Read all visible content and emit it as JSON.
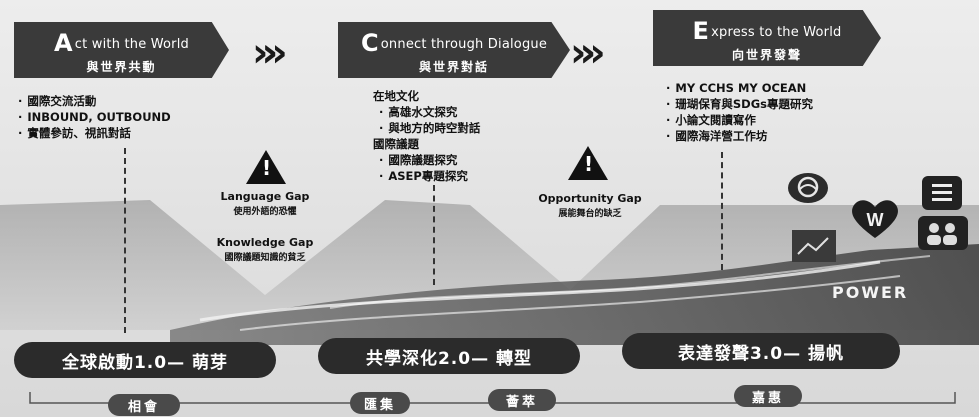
{
  "phases": [
    {
      "cap": "A",
      "en_rest": "ct with the World",
      "zh": "與世界共動"
    },
    {
      "cap": "C",
      "en_rest": "onnect through Dialogue",
      "zh": "與世界對話"
    },
    {
      "cap": "E",
      "en_rest": "xpress to the World",
      "zh": "向世界發聲"
    }
  ],
  "chevrons": [
    "»»",
    "»»"
  ],
  "phase1_items": [
    "國際交流活動",
    "INBOUND, OUTBOUND",
    "實體參訪、視訊對話"
  ],
  "phase2": {
    "heading1": "在地文化",
    "items1": [
      "高雄水文探究",
      "與地方的時空對話"
    ],
    "heading2": "國際議題",
    "items2": [
      "國際議題探究",
      "ASEP專題探究"
    ]
  },
  "phase3_items": [
    "MY CCHS MY OCEAN",
    "珊瑚保育與SDGs專題研究",
    "小論文閱讀寫作",
    "國際海洋營工作坊"
  ],
  "gaps": [
    {
      "title": "Language Gap",
      "zh": "使用外語的恐懼"
    },
    {
      "title": "Knowledge Gap",
      "zh": "國際議題知識的貧乏"
    },
    {
      "title": "Opportunity Gap",
      "zh": "展能舞台的缺乏"
    }
  ],
  "power_text": "POWER",
  "stages": [
    {
      "label": "全球啟動1.0— 萌芽"
    },
    {
      "label": "共學深化2.0— 轉型"
    },
    {
      "label": "表達發聲3.0— 揚帆"
    }
  ],
  "tags": [
    "相會",
    "匯集",
    "薈萃",
    "嘉惠"
  ]
}
